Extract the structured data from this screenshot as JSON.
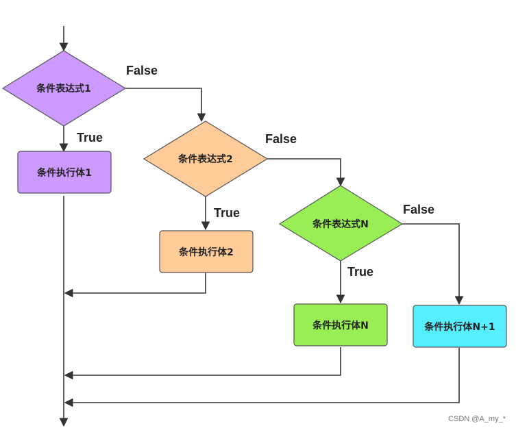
{
  "diagram": {
    "conditions": [
      {
        "text": "条件表达式1",
        "color": "#cc99ff"
      },
      {
        "text": "条件表达式2",
        "color": "#ffcc99"
      },
      {
        "text": "条件表达式N",
        "color": "#99ee55"
      }
    ],
    "actions": [
      {
        "text": "条件执行体1",
        "color": "#cc99ff"
      },
      {
        "text": "条件执行体2",
        "color": "#ffcc99"
      },
      {
        "text": "条件执行体N",
        "color": "#99ee55"
      },
      {
        "text": "条件执行体N+1",
        "color": "#55eeff"
      }
    ],
    "edge_labels": {
      "true": "True",
      "false": "False"
    },
    "line_color": "#333333"
  },
  "watermark": "CSDN @A_my_*"
}
